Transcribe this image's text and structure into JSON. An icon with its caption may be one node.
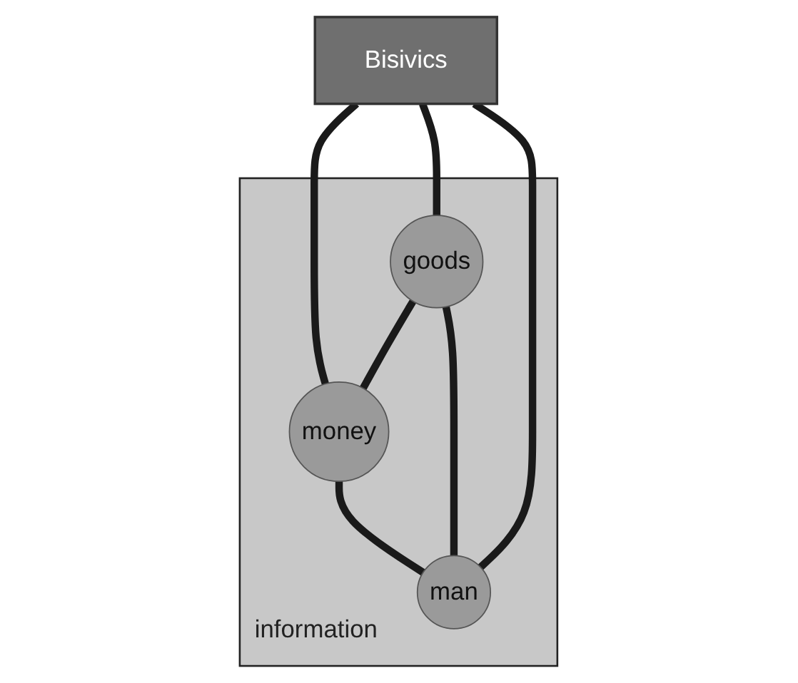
{
  "diagram": {
    "nodes": [
      {
        "text": [
          "Bisivics"
        ]
      },
      {
        "text": [
          "information"
        ]
      },
      {
        "text": [
          "goods"
        ],
        "in": 1
      },
      {
        "text": [
          "money"
        ],
        "in": 1
      },
      {
        "text": [
          "man"
        ],
        "in": 1
      }
    ],
    "edges": [
      {
        "from": 0,
        "to": 3,
        "arrow": "none"
      },
      {
        "from": 0,
        "to": 2,
        "arrow": "none"
      },
      {
        "from": 0,
        "to": 4,
        "arrow": "none"
      },
      {
        "from": 2,
        "to": 3,
        "arrow": "none"
      },
      {
        "from": 2,
        "to": 4,
        "arrow": "none"
      },
      {
        "from": 3,
        "to": 4,
        "arrow": "none"
      }
    ]
  }
}
